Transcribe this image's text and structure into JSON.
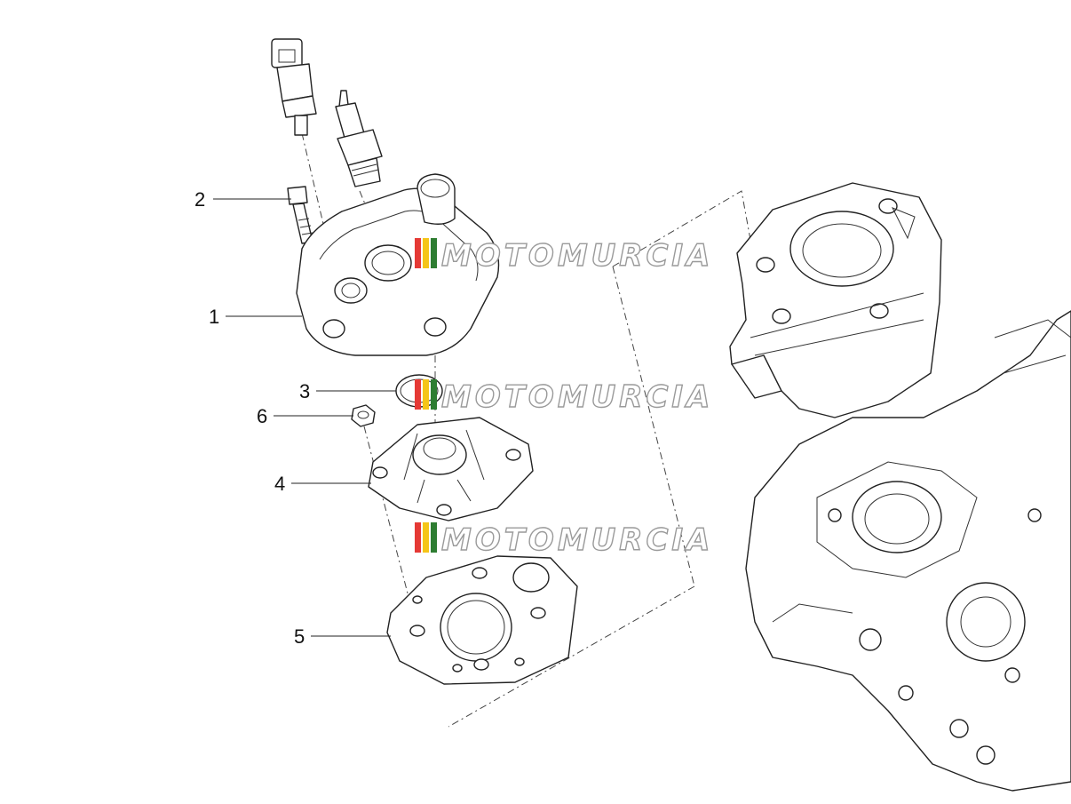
{
  "callouts": [
    {
      "number": "1",
      "part": "cylinder-head-cover"
    },
    {
      "number": "2",
      "part": "bolt"
    },
    {
      "number": "3",
      "part": "o-ring"
    },
    {
      "number": "4",
      "part": "cylinder-head"
    },
    {
      "number": "5",
      "part": "head-gasket"
    },
    {
      "number": "6",
      "part": "nut"
    }
  ],
  "watermark": {
    "text": "MOTOMURCIA",
    "stripe_colors": [
      "#e53935",
      "#f5c518",
      "#2e7d32"
    ]
  }
}
